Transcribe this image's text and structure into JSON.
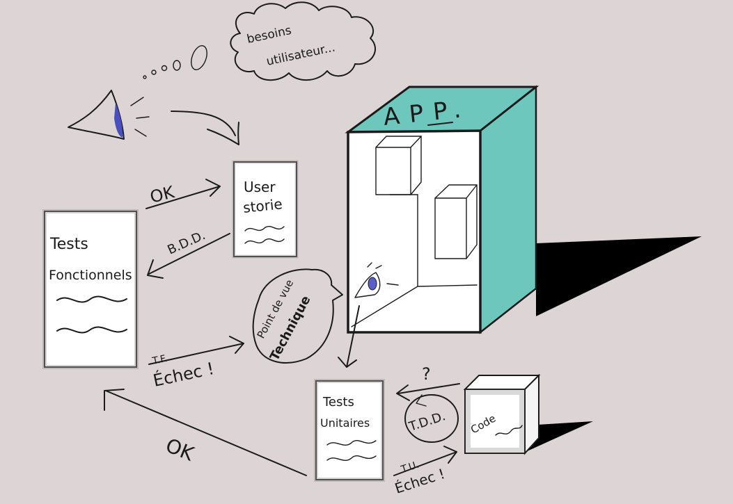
{
  "thought_bubble": {
    "line1": "besoins",
    "line2": "utilisateur..."
  },
  "app_box": {
    "label": "APP.",
    "top_color": "#6dc7bd",
    "side_color": "#6dc7bd",
    "shadow_color": "#000000"
  },
  "user_story": {
    "line1": "User",
    "line2": "storie"
  },
  "tests_fonctionnels": {
    "line1": "Tests",
    "line2": "Fonctionnels"
  },
  "point_de_vue": {
    "line1": "Point de vue",
    "line2": "Technique"
  },
  "tests_unitaires": {
    "line1": "Tests",
    "line2": "Unitaires"
  },
  "code": {
    "label": "Code"
  },
  "tdd": {
    "label": "T.D.D.",
    "question": "?"
  },
  "arrows": {
    "ok_top": "OK",
    "bdd": "B.D.D.",
    "tf": "T.F.",
    "tf_echec": "Échec !",
    "ok_bottom": "OK",
    "tu": "T.U.",
    "tu_echec": "Échec !"
  },
  "colors": {
    "background": "#ddd5d5",
    "eye_iris": "#5a5fc8",
    "megaphone_blue": "#4a4fc0"
  }
}
